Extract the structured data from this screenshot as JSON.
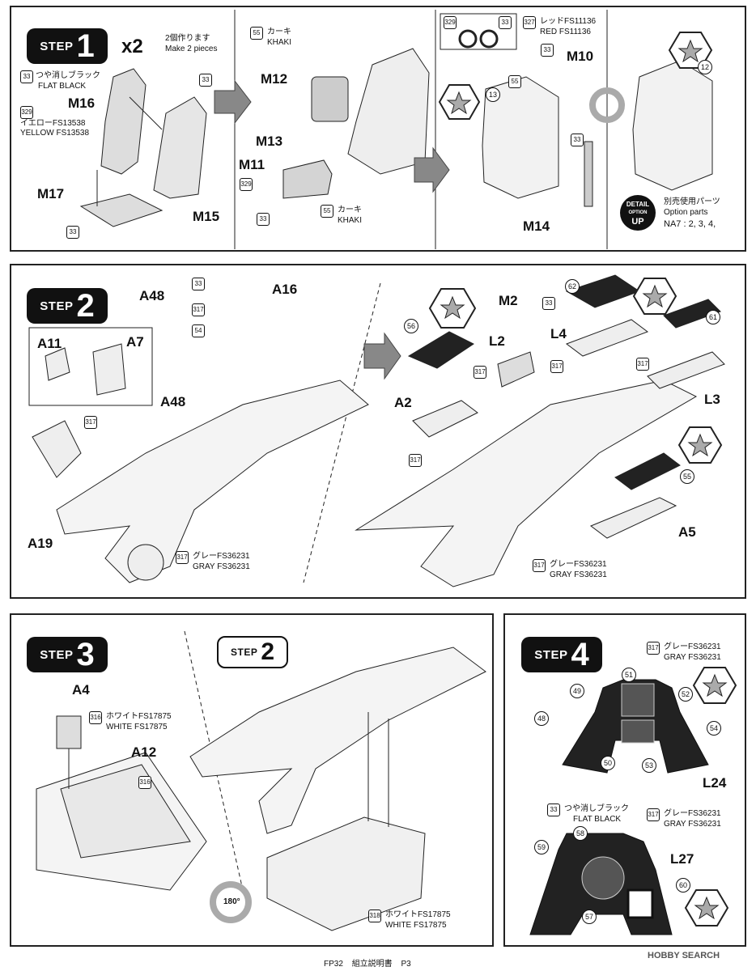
{
  "step1": {
    "badge_word": "STEP",
    "badge_num": "1",
    "qty": "x2",
    "qty_jp": "2個作ります",
    "qty_en": "Make 2 pieces",
    "flat_black_code": "33",
    "flat_black_jp": "つや消しブラック",
    "flat_black_en": "FLAT BLACK",
    "yellow_code": "329",
    "yellow_jp": "イエローFS13538",
    "yellow_en": "YELLOW FS13538",
    "khaki_code": "55",
    "khaki_jp": "カーキ",
    "khaki_en": "KHAKI",
    "red_code": "327",
    "red_jp": "レッドFS11136",
    "red_en": "RED FS11136",
    "parts": [
      "M16",
      "M17",
      "M15",
      "M12",
      "M13",
      "M11",
      "M10",
      "M14"
    ],
    "callouts": [
      "33",
      "33",
      "33",
      "33",
      "329",
      "33",
      "329",
      "33",
      "33",
      "55",
      "33"
    ],
    "decals": [
      "13",
      "12"
    ],
    "detail_up": [
      "DETAIL",
      "OPTION",
      "UP"
    ],
    "option_jp": "別売使用パーツ",
    "option_en": "Option parts",
    "option_list": "NA7 : 2, 3, 4,"
  },
  "step2": {
    "badge_word": "STEP",
    "badge_num": "2",
    "parts": [
      "A48",
      "A16",
      "A11",
      "A7",
      "A48",
      "A19",
      "M2",
      "L2",
      "L4",
      "A2",
      "L3",
      "A5"
    ],
    "code_317": "317",
    "code_33": "33",
    "code_54": "54",
    "gray_jp": "グレーFS36231",
    "gray_en": "GRAY FS36231",
    "decals": [
      "56",
      "62",
      "61",
      "55"
    ]
  },
  "step3": {
    "badge_word": "STEP",
    "badge_num": "3",
    "parts": [
      "A4",
      "A12"
    ],
    "white_code": "316",
    "white_jp": "ホワイトFS17875",
    "white_en": "WHITE FS17875",
    "white_code2": "318",
    "sub_badge_word": "STEP",
    "sub_badge_num": "2",
    "rotate": "180°"
  },
  "step4": {
    "badge_word": "STEP",
    "badge_num": "4",
    "gray_code": "317",
    "gray_jp": "グレーFS36231",
    "gray_en": "GRAY FS36231",
    "black_code": "33",
    "black_jp": "つや消しブラック",
    "black_en": "FLAT BLACK",
    "parts": [
      "L24",
      "L27"
    ],
    "decals_top": [
      "51",
      "49",
      "52",
      "48",
      "54",
      "50",
      "53"
    ],
    "decals_bottom": [
      "58",
      "59",
      "60",
      "57"
    ]
  },
  "footer": {
    "code": "FP32",
    "title": "組立説明書",
    "page": "P3"
  },
  "watermark": "HOBBY SEARCH"
}
